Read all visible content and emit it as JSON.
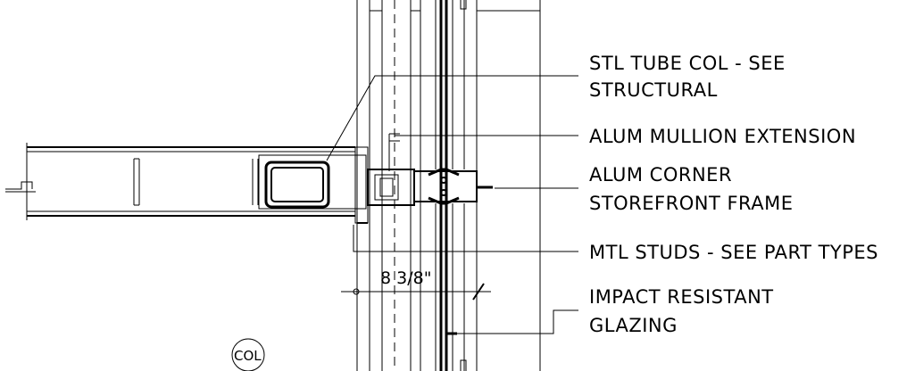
{
  "callouts": {
    "tube_col_line1": "STL TUBE COL - SEE",
    "tube_col_line2": "STRUCTURAL",
    "mullion_extension": "ALUM MULLION EXTENSION",
    "corner_frame_line1": "ALUM CORNER",
    "corner_frame_line2": "STOREFRONT FRAME",
    "mtl_studs": "MTL STUDS - SEE PART TYPES",
    "glazing_line1": "IMPACT RESISTANT",
    "glazing_line2": "GLAZING"
  },
  "dimension": {
    "value": "8 3/8\""
  },
  "column_tag": {
    "label": "COL"
  },
  "colors": {
    "ink": "#000000",
    "paper": "#ffffff"
  }
}
